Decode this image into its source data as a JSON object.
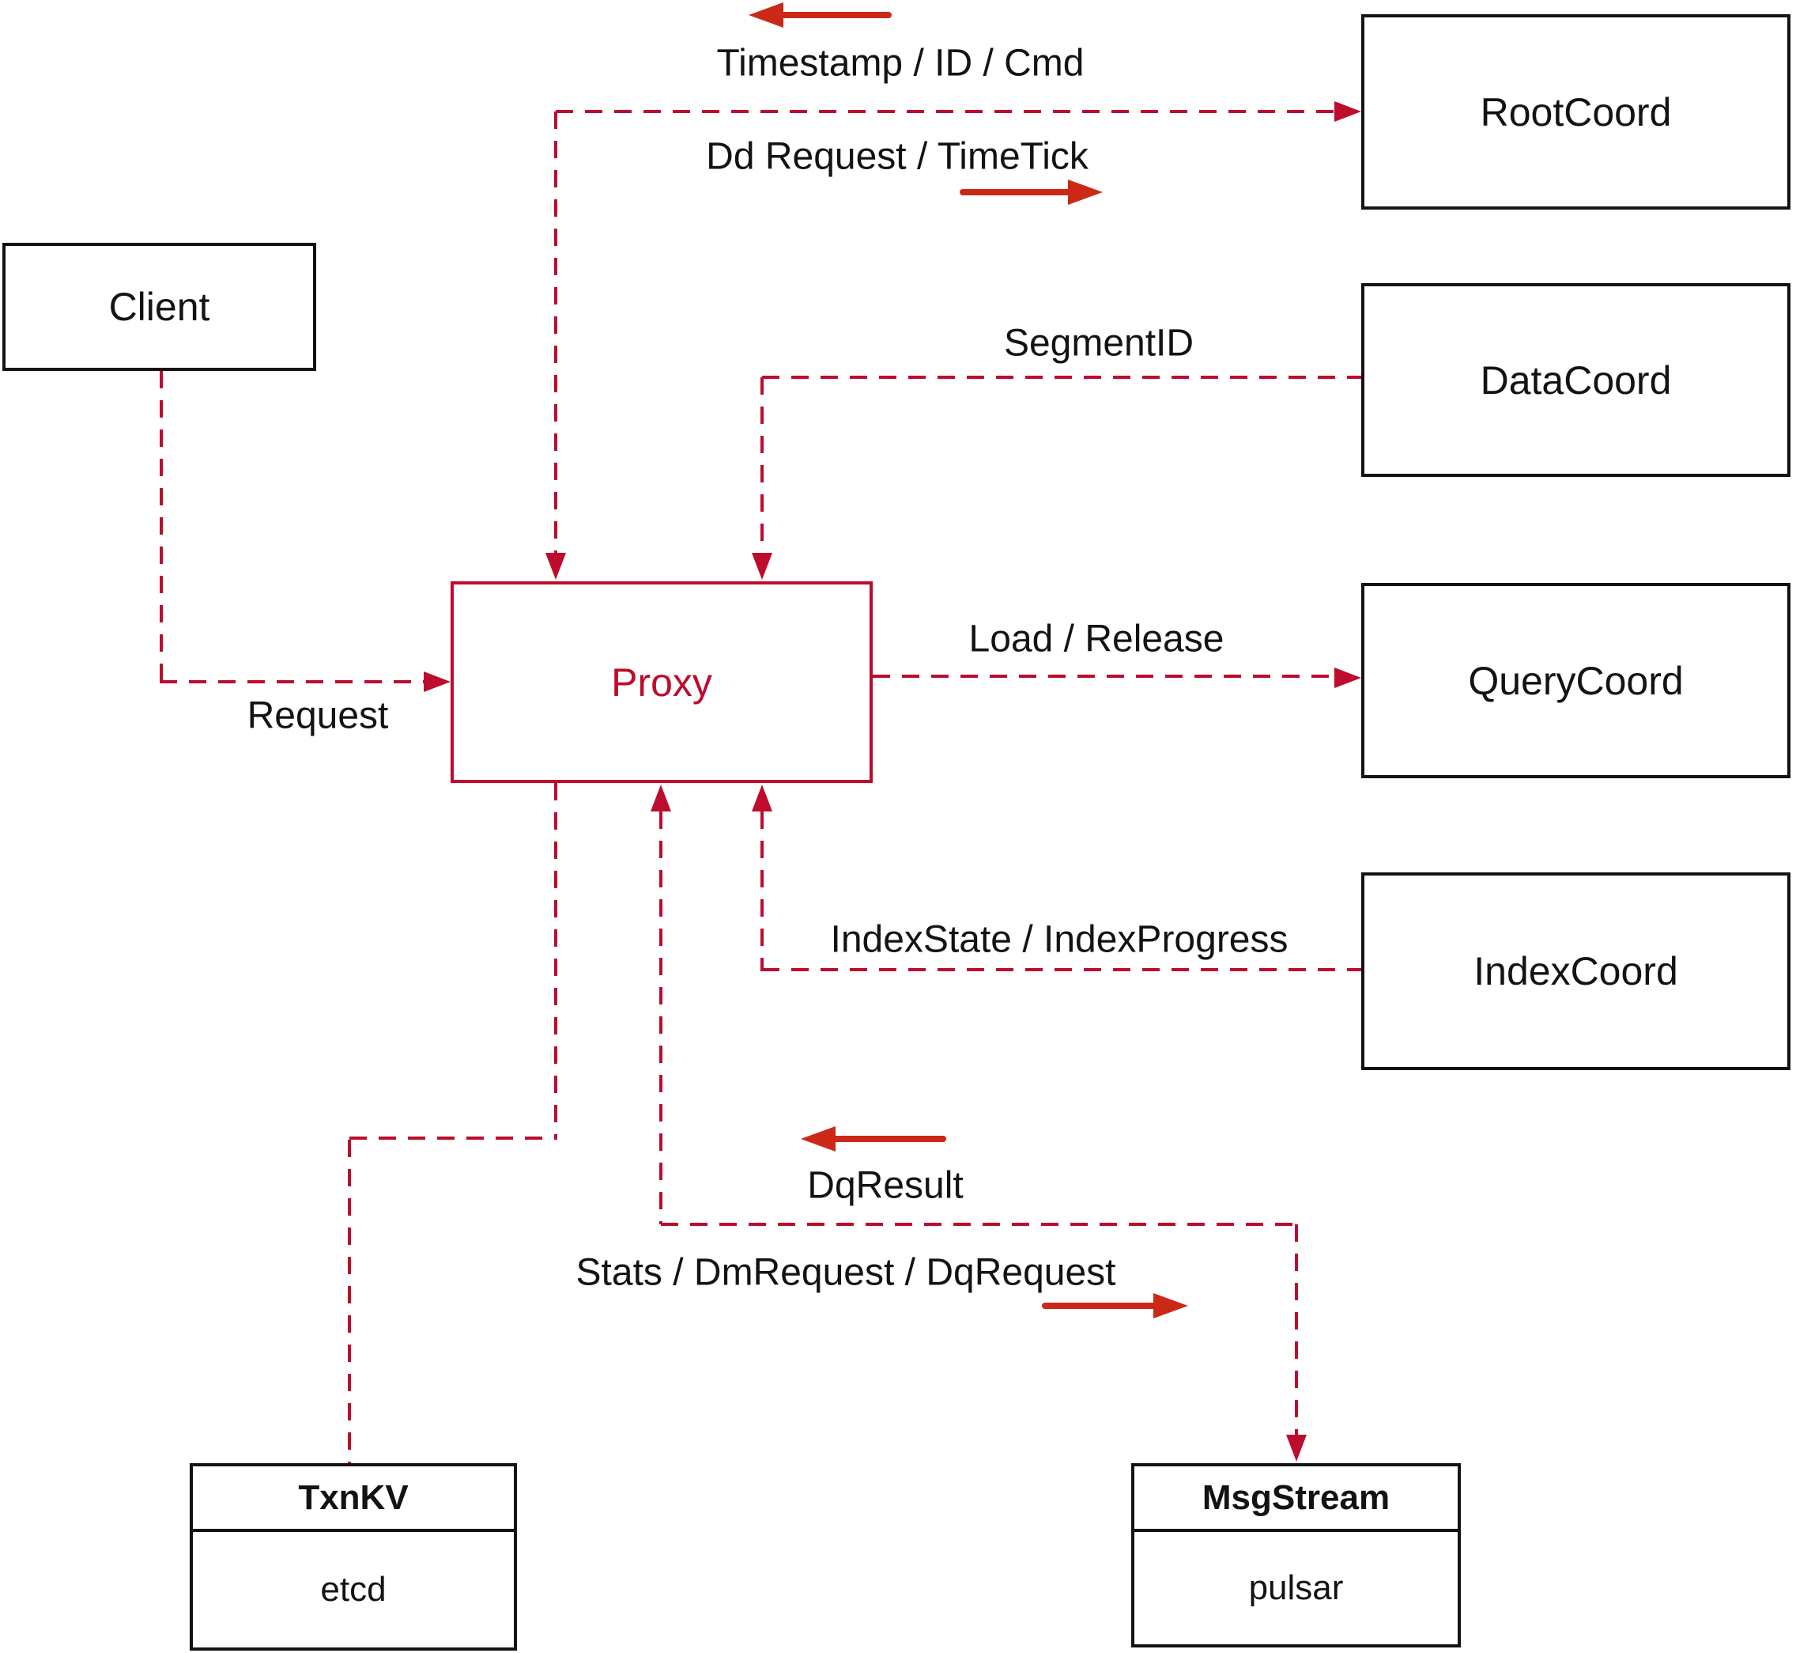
{
  "colors": {
    "dashed_line": "#bd0c2c",
    "solid_arrow": "#cc2817",
    "box_border": "#131313",
    "text": "#131313",
    "background": "#ffffff"
  },
  "nodes": {
    "client": {
      "label": "Client"
    },
    "proxy": {
      "label": "Proxy"
    },
    "rootcoord": {
      "label": "RootCoord"
    },
    "datacoord": {
      "label": "DataCoord"
    },
    "querycoord": {
      "label": "QueryCoord"
    },
    "indexcoord": {
      "label": "IndexCoord"
    },
    "txnkv": {
      "title": "TxnKV",
      "subtitle": "etcd"
    },
    "msgstream": {
      "title": "MsgStream",
      "subtitle": "pulsar"
    }
  },
  "edges": {
    "timestamp_id_cmd": "Timestamp / ID / Cmd",
    "dd_request_timetick": "Dd Request / TimeTick",
    "segment_id": "SegmentID",
    "load_release": "Load / Release",
    "request": "Request",
    "index_state_progress": "IndexState / IndexProgress",
    "dq_result": "DqResult",
    "stats_dm_dq": "Stats / DmRequest / DqRequest"
  }
}
